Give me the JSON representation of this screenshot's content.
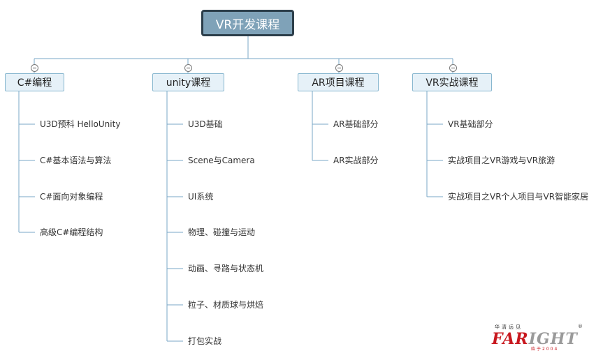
{
  "root": {
    "label": "VR开发课程"
  },
  "branches": [
    {
      "label": "C#编程",
      "items": [
        "U3D预科 HelloUnity",
        "C#基本语法与算法",
        "C#面向对象编程",
        "高级C#编程结构"
      ]
    },
    {
      "label": "unity课程",
      "items": [
        "U3D基础",
        "Scene与Camera",
        "UI系统",
        "物理、碰撞与运动",
        "动画、寻路与状态机",
        "粒子、材质球与烘焙",
        "打包实战"
      ]
    },
    {
      "label": "AR项目课程",
      "items": [
        "AR基础部分",
        "AR实战部分"
      ]
    },
    {
      "label": "VR实战课程",
      "items": [
        "VR基础部分",
        "实战项目之VR游戏与VR旅游",
        "实战项目之VR个人项目与VR智能家居"
      ]
    }
  ],
  "logo": {
    "top_text": "华清远见",
    "brand_red": "FAR",
    "brand_gray": "IGHT",
    "sub_text": "始于2004",
    "registered": "®"
  },
  "colors": {
    "root_fill": "#7fa2b8",
    "root_border": "#2c3e4a",
    "branch_fill": "#e6f1f8",
    "branch_border": "#88b7cf",
    "connector": "#7aa7c7",
    "logo_red": "#c8171e"
  }
}
